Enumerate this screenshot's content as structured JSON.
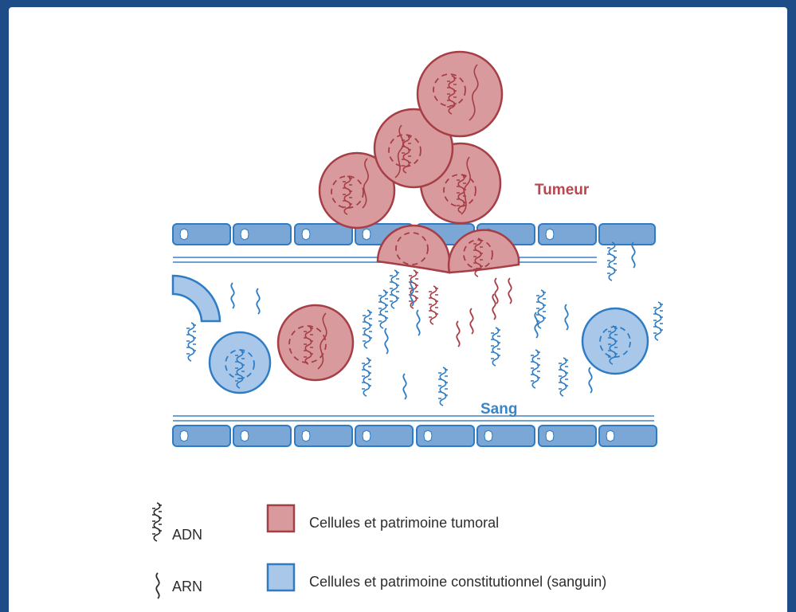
{
  "diagram": {
    "label_tumor": "Tumeur",
    "label_blood": "Sang"
  },
  "legend": {
    "dna_label": "ADN",
    "rna_label": "ARN",
    "tumor_label": "Cellules et patrimoine tumoral",
    "blood_label": "Cellules et patrimoine constitutionnel (sanguin)"
  },
  "colors": {
    "tumor_fill": "#d99a9e",
    "tumor_stroke": "#a63e46",
    "blood_fill": "#a9c7e8",
    "blood_stroke": "#2f7cc4",
    "frame": "#1d4c86"
  }
}
